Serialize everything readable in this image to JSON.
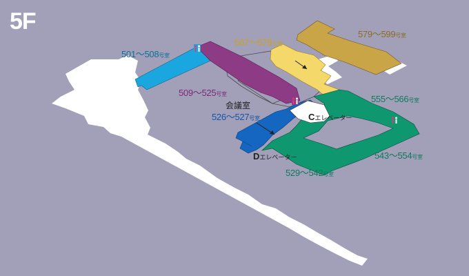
{
  "floor": {
    "label": "5F"
  },
  "areas": [
    {
      "id": "r501",
      "range": "501〜508",
      "suffix": "号室",
      "color": "#1aa7e0",
      "label_color": "#0f6f96"
    },
    {
      "id": "r509",
      "range": "509〜525",
      "suffix": "号室",
      "color": "#8e3b86",
      "label_color": "#7a2b72"
    },
    {
      "id": "r526",
      "prefix": "会議室",
      "range": "526〜527",
      "suffix": "号室",
      "color": "#1466c0",
      "label_color": "#1356a8"
    },
    {
      "id": "r529",
      "range": "529〜542",
      "suffix": "号室",
      "color": "#0f9870",
      "label_color": "#0d7a5c"
    },
    {
      "id": "r543",
      "range": "543〜554",
      "suffix": "号室",
      "color": "#0f9870",
      "label_color": "#0d7a5c"
    },
    {
      "id": "r555",
      "range": "555〜566",
      "suffix": "号室",
      "color": "#0f9870",
      "label_color": "#0d7a5c"
    },
    {
      "id": "r567",
      "range": "567〜578",
      "suffix": "号室",
      "color": "#f5d86a",
      "label_color": "#c9a31f"
    },
    {
      "id": "r579",
      "range": "579〜599",
      "suffix": "号室",
      "color": "#c9a548",
      "label_color": "#8a6d23"
    }
  ],
  "elevators": [
    {
      "letter": "C",
      "label": "エレベーター"
    },
    {
      "letter": "D",
      "label": "エレベーター"
    }
  ],
  "icons": {
    "restroom": "restroom-icon"
  },
  "colors": {
    "background": "#a29fb8",
    "walkway": "#ffffff"
  }
}
